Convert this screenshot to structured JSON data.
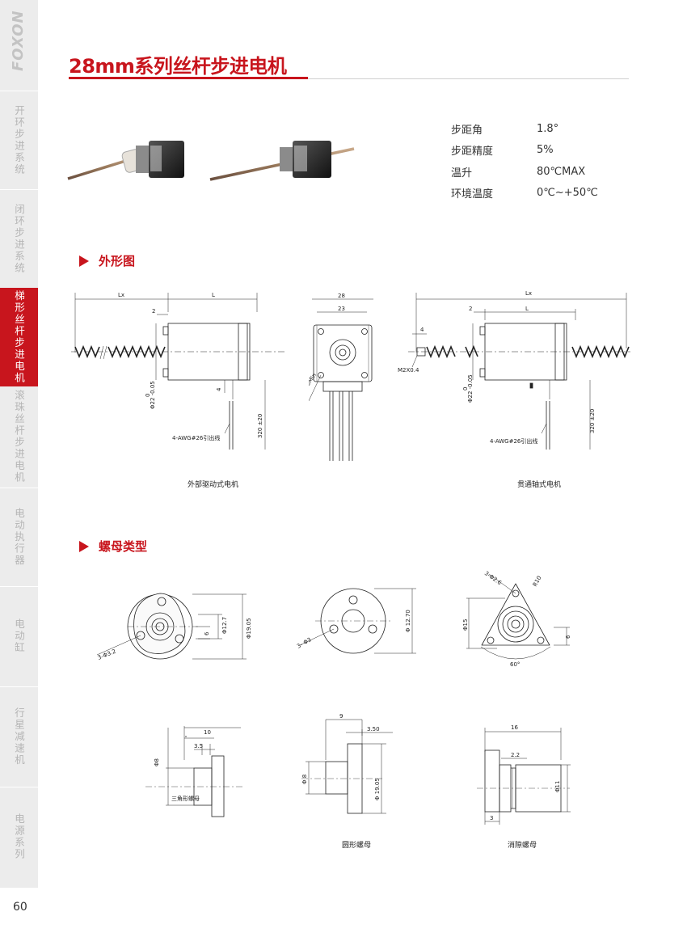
{
  "brand": {
    "logo_text": "FOXON"
  },
  "sidebar": {
    "items": [
      {
        "label": "开环步进系统"
      },
      {
        "label": "闭环步进系统"
      },
      {
        "label": "梯形丝杆步进电机"
      },
      {
        "label": "滚珠丝杆步进电机"
      },
      {
        "label": "电动执行器"
      },
      {
        "label": "电动缸"
      },
      {
        "label": "行星减速机"
      },
      {
        "label": "电源系列"
      }
    ]
  },
  "page": {
    "title": "28mm系列丝杆步进电机",
    "number": "60"
  },
  "specs": [
    {
      "key": "步距角",
      "value": "1.8°"
    },
    {
      "key": "步距精度",
      "value": "5%"
    },
    {
      "key": "温升",
      "value": "80℃MAX"
    },
    {
      "key": "环境温度",
      "value": "0℃~+50℃"
    }
  ],
  "sections": {
    "outline": "外形图",
    "nut_types": "螺母类型"
  },
  "outline": {
    "left": {
      "lx": "Lx",
      "l": "L",
      "two": "2",
      "four": "4",
      "dia": "Φ22 -0.05",
      "dia_zero": "0",
      "wire": "4-AWG#26引出线",
      "lead": "320 ±20",
      "caption": "外部驱动式电机"
    },
    "front": {
      "w28": "28",
      "w23": "23",
      "holes": "4-M2.5深3Min"
    },
    "right": {
      "lx": "Lx",
      "l": "L",
      "two": "2",
      "four": "4",
      "thread": "M2X0.4",
      "dia": "Φ22 -0.05",
      "dia_zero": "0",
      "wire": "4-AWG#26引出线",
      "lead": "320 ±20",
      "caption": "贯通轴式电机"
    }
  },
  "nuts": {
    "tri": {
      "holes": "3-Φ3.2",
      "d1": "Φ12.7",
      "d2": "Φ19.05",
      "six": "6",
      "len": "10",
      "flange": "3.5",
      "dia": "Φ8",
      "caption": "三角形螺母"
    },
    "round": {
      "holes": "3- Φ3",
      "d1": "Φ 12.70",
      "len": "9",
      "flange": "3.50",
      "dia": "Φ 8",
      "d2": "Φ 19.05",
      "caption": "圆形螺母"
    },
    "anti": {
      "holes": "3-Φ2.6",
      "r": "R10",
      "d15": "Φ15",
      "six": "6",
      "angle": "60°",
      "len": "16",
      "step": "2.2",
      "d11": "Φ11",
      "three": "3",
      "caption": "消隙螺母"
    }
  }
}
